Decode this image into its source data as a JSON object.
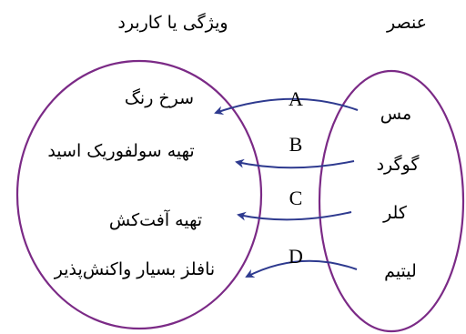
{
  "headers": {
    "property": "ویژگی یا کاربرد",
    "element": "عنصر"
  },
  "elements": [
    "مس",
    "گوگرد",
    "کلر",
    "لیتیم"
  ],
  "properties": [
    "سرخ رنگ",
    "تهیه سولفوریک اسید",
    "تهیه آفت‌کش",
    "نافلز بسیار واکنش‌پذیر"
  ],
  "letters": [
    "A",
    "B",
    "C",
    "D"
  ],
  "colors": {
    "ellipse": "#7b2a86",
    "arrow": "#2e3a8f"
  }
}
